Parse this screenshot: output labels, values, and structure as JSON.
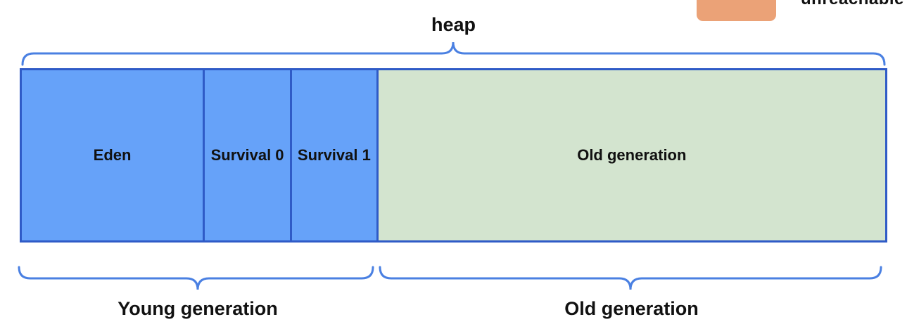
{
  "legend": {
    "label": "unreachable",
    "swatch_color": "#EBA277"
  },
  "heap": {
    "label": "heap",
    "sections": [
      {
        "id": "eden",
        "label": "Eden",
        "color": "#66A2F9",
        "width_pct": 21.2
      },
      {
        "id": "survival-0",
        "label": "Survival 0",
        "color": "#66A2F9",
        "width_pct": 10.1
      },
      {
        "id": "survival-1",
        "label": "Survival 1",
        "color": "#66A2F9",
        "width_pct": 10.0
      },
      {
        "id": "old",
        "label": "Old generation",
        "color": "#D3E4CF",
        "width_pct": 58.7
      }
    ]
  },
  "groups": [
    {
      "id": "young",
      "label": "Young generation"
    },
    {
      "id": "old",
      "label": "Old generation"
    }
  ],
  "colors": {
    "young_fill": "#66A2F9",
    "old_fill": "#D3E4CF",
    "box_border": "#2F5BC7",
    "brace": "#4A80E2",
    "unreachable_swatch": "#EBA277",
    "text": "#111111"
  }
}
